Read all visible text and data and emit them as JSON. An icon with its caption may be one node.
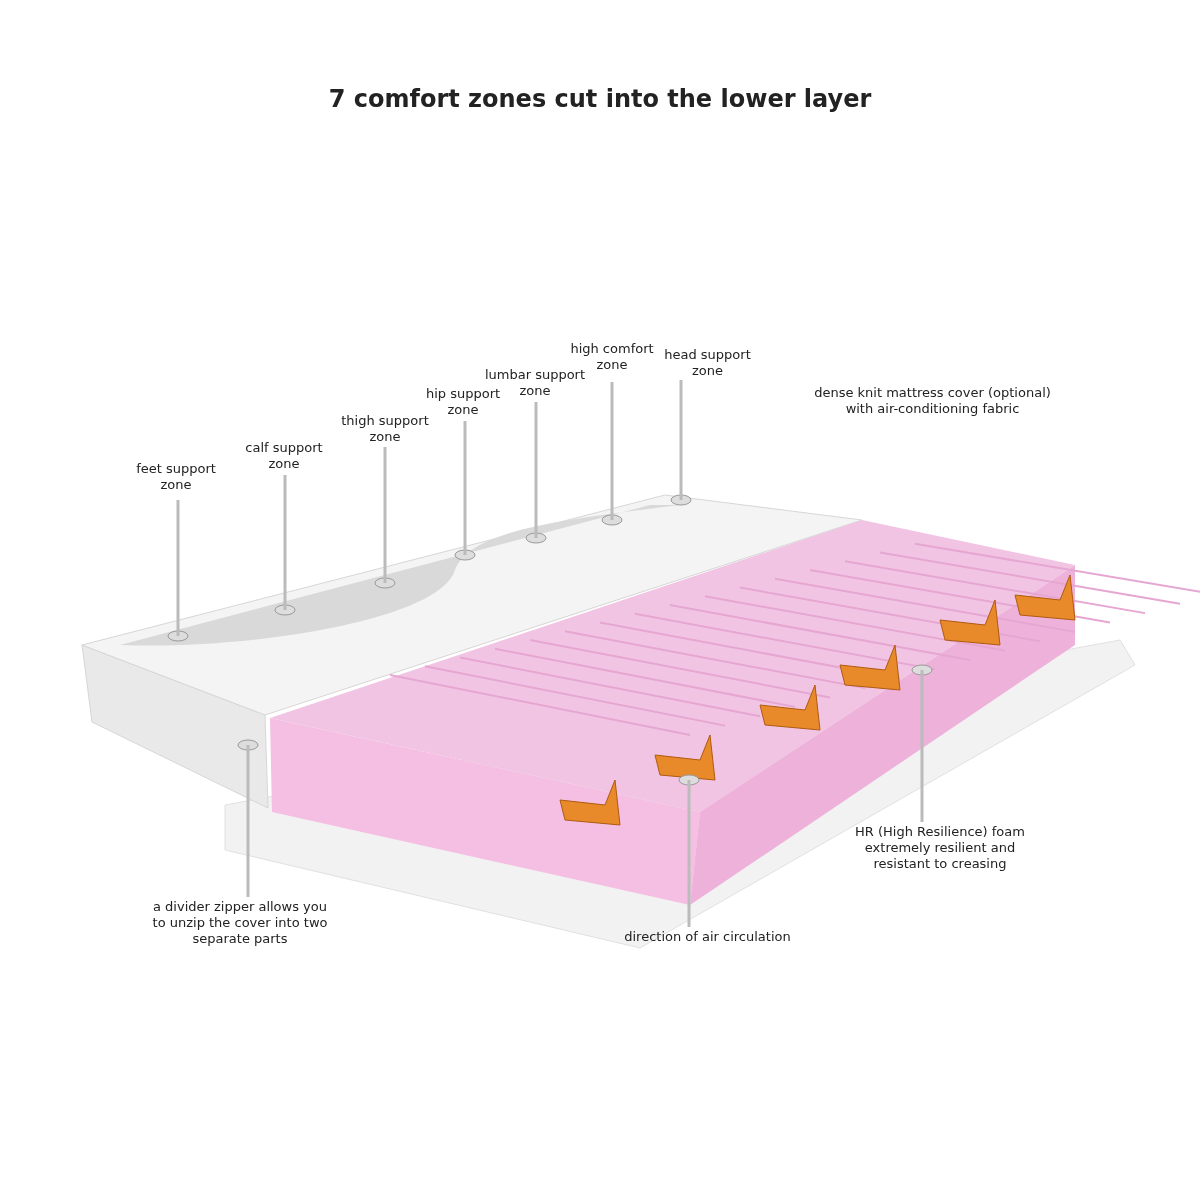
{
  "diagram": {
    "title": "7 comfort zones cut into the lower layer",
    "nodes": [
      {
        "text": [
          "high comfort zone"
        ]
      },
      {
        "text": [
          "head support zone"
        ]
      },
      {
        "text": [
          "lumbar support zone"
        ]
      },
      {
        "text": [
          "hip support zone"
        ]
      },
      {
        "text": [
          "thigh support zone"
        ]
      },
      {
        "text": [
          "calf support zone"
        ]
      },
      {
        "text": [
          "feet support zone"
        ]
      },
      {
        "text": [
          "HR (High Resilience) foam extremely resilient and resistant to creasing"
        ]
      },
      {
        "text": [
          "a divider zipper allows you to unzip the cover into two separate parts"
        ]
      },
      {
        "text": [
          "direction of air circulation"
        ]
      }
    ],
    "edges": [
      {
        "from": 0,
        "to": null,
        "arrow": "none"
      },
      {
        "from": 1,
        "to": null,
        "arrow": "none"
      },
      {
        "from": 2,
        "to": null,
        "arrow": "none"
      },
      {
        "from": 3,
        "to": null,
        "arrow": "none"
      },
      {
        "from": 4,
        "to": null,
        "arrow": "none"
      },
      {
        "from": 5,
        "to": null,
        "arrow": "none"
      },
      {
        "from": 6,
        "to": null,
        "arrow": "none"
      },
      {
        "from": 7,
        "to": null,
        "arrow": "none"
      },
      {
        "from": 8,
        "to": null,
        "arrow": "none"
      },
      {
        "from": 9,
        "to": null,
        "arrow": "none"
      }
    ],
    "labels": [
      "dense knit mattress cover (optional) with air-conditioning fabric"
    ]
  }
}
